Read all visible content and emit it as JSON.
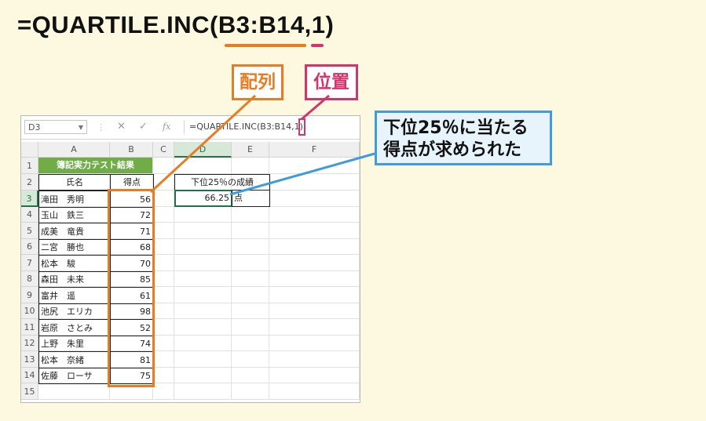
{
  "heading": {
    "formula": "=QUARTILE.INC(B3:B14,1)"
  },
  "callouts": {
    "array": "配列",
    "position": "位置",
    "result": "下位25％に当たる得点が求められた"
  },
  "colors": {
    "array": "#e87c22",
    "position": "#d6336c",
    "result": "#3f9bdc",
    "header_green": "#70ad47"
  },
  "excel": {
    "namebox": "D3",
    "formula_input": "=QUARTILE.INC(B3:B14,1)",
    "fx_icon": "fx",
    "columns": [
      "A",
      "B",
      "C",
      "D",
      "E",
      "F"
    ],
    "rows": [
      "1",
      "2",
      "3",
      "4",
      "5",
      "6",
      "7",
      "8",
      "9",
      "10",
      "11",
      "12",
      "13",
      "14",
      "15"
    ],
    "title": "簿記実力テスト結果",
    "headers": {
      "name": "氏名",
      "score": "得点"
    },
    "students": [
      {
        "name": "滝田　秀明",
        "score": "56"
      },
      {
        "name": "玉山　鉄三",
        "score": "72"
      },
      {
        "name": "成美　竜貴",
        "score": "71"
      },
      {
        "name": "二宮　勝也",
        "score": "68"
      },
      {
        "name": "松本　駿",
        "score": "70"
      },
      {
        "name": "森田　未来",
        "score": "85"
      },
      {
        "name": "富井　遥",
        "score": "61"
      },
      {
        "name": "池尻　エリカ",
        "score": "98"
      },
      {
        "name": "岩原　さとみ",
        "score": "52"
      },
      {
        "name": "上野　朱里",
        "score": "74"
      },
      {
        "name": "松本　奈緒",
        "score": "81"
      },
      {
        "name": "佐藤　ローサ",
        "score": "75"
      }
    ],
    "result_label": "下位25％の成績",
    "result_value": "66.25",
    "result_unit": "点"
  }
}
